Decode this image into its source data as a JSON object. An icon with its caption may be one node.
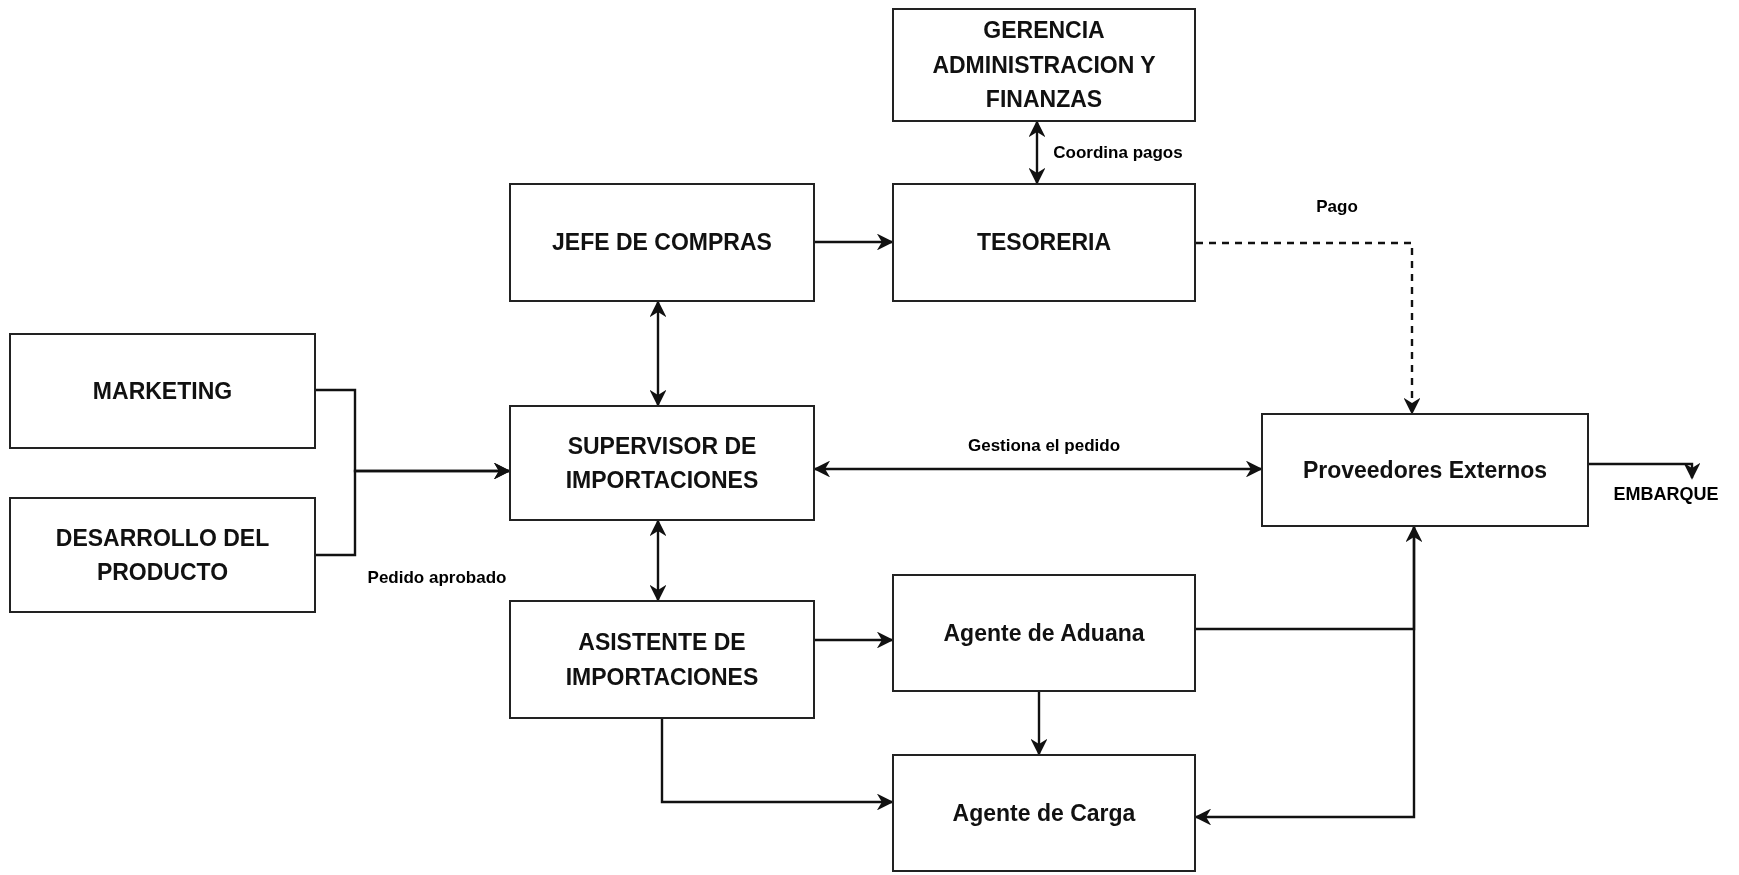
{
  "diagram": {
    "nodes": [
      {
        "text": [
          "GERENCIA ADMINISTRACION Y FINANZAS"
        ]
      },
      {
        "text": [
          "JEFE DE COMPRAS"
        ]
      },
      {
        "text": [
          "TESORERIA"
        ]
      },
      {
        "text": [
          "MARKETING"
        ]
      },
      {
        "text": [
          "DESARROLLO DEL PRODUCTO"
        ]
      },
      {
        "text": [
          "SUPERVISOR DE IMPORTACIONES"
        ]
      },
      {
        "text": [
          "Proveedores Externos"
        ]
      },
      {
        "text": [
          "ASISTENTE DE IMPORTACIONES"
        ]
      },
      {
        "text": [
          "Agente de Aduana"
        ]
      },
      {
        "text": [
          "Agente de Carga"
        ]
      },
      {
        "text": [
          "EMBARQUE"
        ]
      }
    ],
    "edges": [
      {
        "from": 0,
        "to": 2,
        "arrow": "both",
        "label": "Coordina pagos"
      },
      {
        "from": 1,
        "to": 2,
        "arrow": "to"
      },
      {
        "from": 2,
        "to": 6,
        "arrow": "to",
        "style": "dashed",
        "label": "Pago"
      },
      {
        "from": 1,
        "to": 5,
        "arrow": "both"
      },
      {
        "from": 3,
        "to": 5,
        "arrow": "to"
      },
      {
        "from": 4,
        "to": 5,
        "arrow": "to",
        "label": "Pedido aprobado"
      },
      {
        "from": 5,
        "to": 6,
        "arrow": "both",
        "label": "Gestiona el pedido"
      },
      {
        "from": 5,
        "to": 7,
        "arrow": "both"
      },
      {
        "from": 7,
        "to": 8,
        "arrow": "to"
      },
      {
        "from": 8,
        "to": 9,
        "arrow": "to"
      },
      {
        "from": 7,
        "to": 9,
        "arrow": "to"
      },
      {
        "from": 8,
        "to": 6,
        "arrow": "to"
      },
      {
        "from": 6,
        "to": 9,
        "arrow": "to"
      },
      {
        "from": 6,
        "to": 10,
        "arrow": "to"
      }
    ]
  }
}
